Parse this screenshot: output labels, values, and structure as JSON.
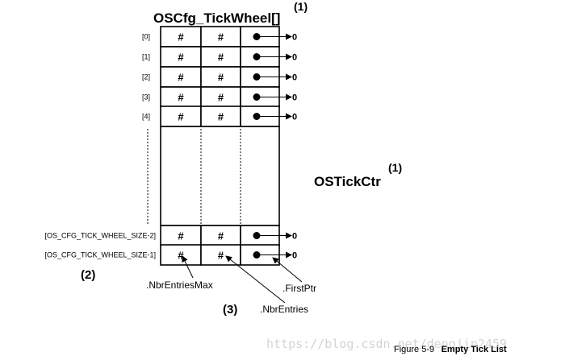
{
  "title": "OSCfg_TickWheel[]",
  "title_note": "(1)",
  "tick_counter": {
    "label": "OSTickCtr",
    "note": "(1)"
  },
  "rows_top": [
    {
      "index": "[0]",
      "cells": [
        "#",
        "#"
      ],
      "pointer": "0"
    },
    {
      "index": "[1]",
      "cells": [
        "#",
        "#"
      ],
      "pointer": "0"
    },
    {
      "index": "[2]",
      "cells": [
        "#",
        "#"
      ],
      "pointer": "0"
    },
    {
      "index": "[3]",
      "cells": [
        "#",
        "#"
      ],
      "pointer": "0"
    },
    {
      "index": "[4]",
      "cells": [
        "#",
        "#"
      ],
      "pointer": "0"
    }
  ],
  "rows_bottom": [
    {
      "index": "[OS_CFG_TICK_WHEEL_SIZE-2]",
      "cells": [
        "#",
        "#"
      ],
      "pointer": "0"
    },
    {
      "index": "[OS_CFG_TICK_WHEEL_SIZE-1]",
      "cells": [
        "#",
        "#"
      ],
      "pointer": "0"
    }
  ],
  "note_2": "(2)",
  "note_3": "(3)",
  "fields": {
    "nbr_entries_max": ".NbrEntriesMax",
    "nbr_entries": ".NbrEntries",
    "first_ptr": ".FirstPtr"
  },
  "watermark": "https://blog.csdn.net/dengjin2459",
  "caption": {
    "prefix": "Figure 5-9",
    "text": "Empty Tick List"
  }
}
